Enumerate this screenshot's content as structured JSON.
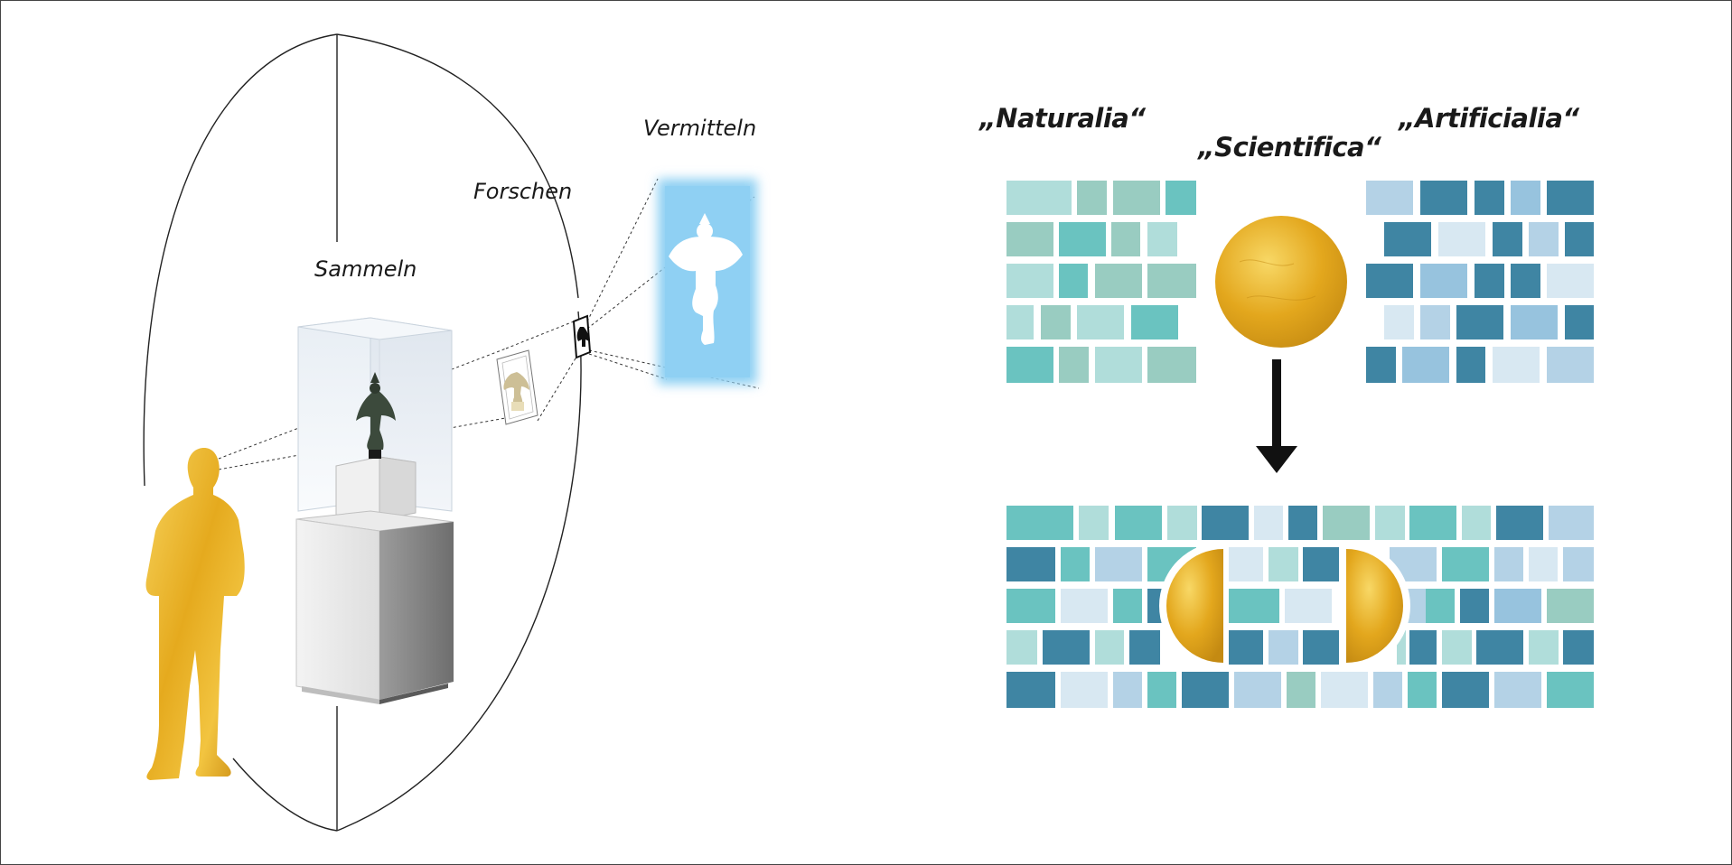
{
  "labels": {
    "sammeln": "Sammeln",
    "forschen": "Forschen",
    "vermitteln": "Vermitteln",
    "naturalia": "„Naturalia“",
    "scientifica": "„Scientifica“",
    "artificialia": "„Artificialia“"
  },
  "colors": {
    "gold": "#e0a51a",
    "gold_light": "#f6d15a",
    "projection_blue": "#8fd0f3",
    "teal_light": "#b0ddda",
    "teal_mid": "#99ccc1",
    "teal": "#6ac3c0",
    "blue_light": "#b4d2e6",
    "blue_pale": "#d8e8f2",
    "blue_mid": "#97c3de",
    "blue_dark": "#3f85a3"
  },
  "icons": {
    "person": "person-silhouette-icon",
    "figure": "garuda-figure-icon",
    "arrow": "down-arrow-icon"
  }
}
